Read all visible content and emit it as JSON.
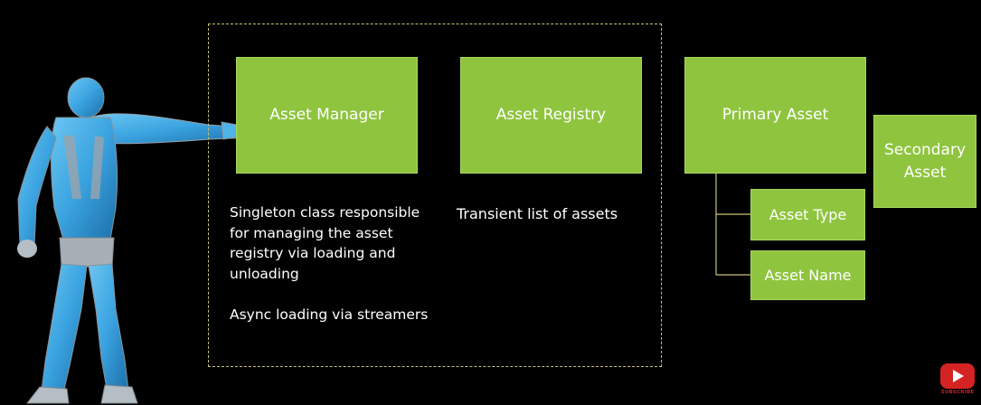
{
  "boxes": {
    "asset_manager": "Asset Manager",
    "asset_registry": "Asset Registry",
    "primary_asset": "Primary Asset",
    "secondary_asset": "Secondary Asset",
    "asset_type": "Asset Type",
    "asset_name": "Asset Name"
  },
  "descriptions": {
    "manager": "Singleton class responsible for managing the asset registry via loading and unloading",
    "async": "Async loading via streamers",
    "registry": "Transient list of assets"
  },
  "youtube": {
    "label": "SUBSCRIBE"
  },
  "colors": {
    "box_fill": "#8fc43f",
    "dashed_border": "#c9c27a",
    "connector": "#c9c27a",
    "background": "#000000",
    "figure_body": "#3aa3e0",
    "youtube_red": "#d42323"
  },
  "icons": {
    "figure": "pointing-humanoid-figure",
    "youtube": "youtube-play-icon"
  }
}
